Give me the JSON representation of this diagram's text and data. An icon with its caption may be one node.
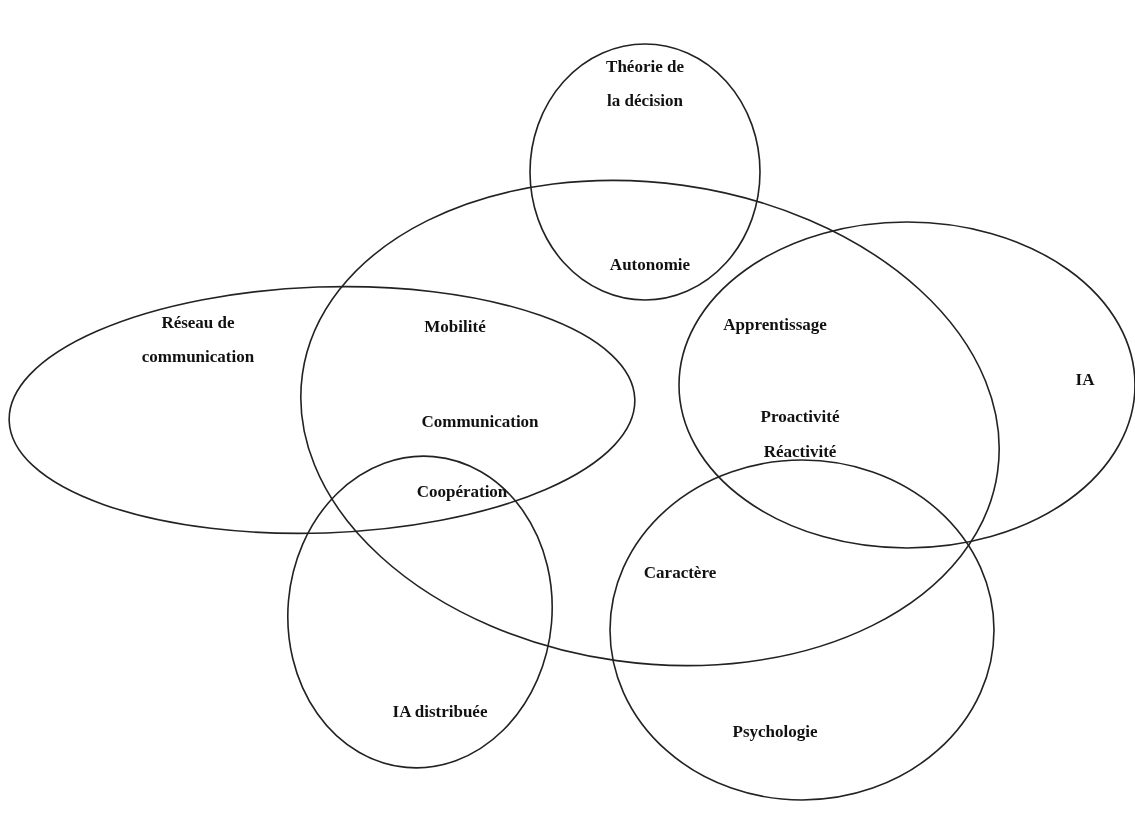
{
  "diagram": {
    "nodes": [
      {
        "text": [
          "Théorie de la décision"
        ]
      },
      {
        "text": [],
        "shape": "ellipse"
      },
      {
        "text": [
          "Réseau de communication"
        ]
      },
      {
        "text": [
          "IA"
        ]
      },
      {
        "text": [
          "IA distribuée"
        ]
      },
      {
        "text": [
          "Psychologie"
        ]
      }
    ],
    "labels": [
      "Autonomie",
      "Mobilité",
      "Apprentissage",
      "Proactivité",
      "Communication",
      "Réactivité",
      "Coopération",
      "Caractère"
    ]
  }
}
